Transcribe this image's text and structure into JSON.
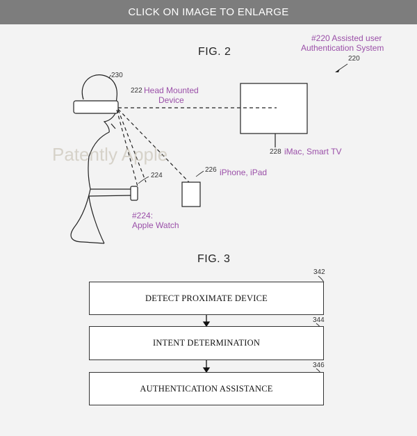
{
  "header": {
    "banner": "CLICK ON IMAGE TO ENLARGE"
  },
  "fig2": {
    "title": "FIG. 2",
    "system_label_line1": "#220 Assisted user",
    "system_label_line2": "Authentication System",
    "system_ref": "220",
    "head_ref": "230",
    "hmd_ref": "222",
    "hmd_label_line1": "Head Mounted",
    "hmd_label_line2": "Device",
    "screen_ref": "228",
    "screen_label": "iMac, Smart TV",
    "watch_ref": "224",
    "watch_label_line1": "#224:",
    "watch_label_line2": "Apple Watch",
    "phone_ref": "226",
    "phone_label": "iPhone, iPad",
    "watermark": "Patently Apple"
  },
  "fig3": {
    "title": "FIG. 3",
    "steps": [
      {
        "ref": "342",
        "label": "DETECT PROXIMATE DEVICE"
      },
      {
        "ref": "344",
        "label": "INTENT DETERMINATION"
      },
      {
        "ref": "346",
        "label": "AUTHENTICATION ASSISTANCE"
      }
    ]
  }
}
